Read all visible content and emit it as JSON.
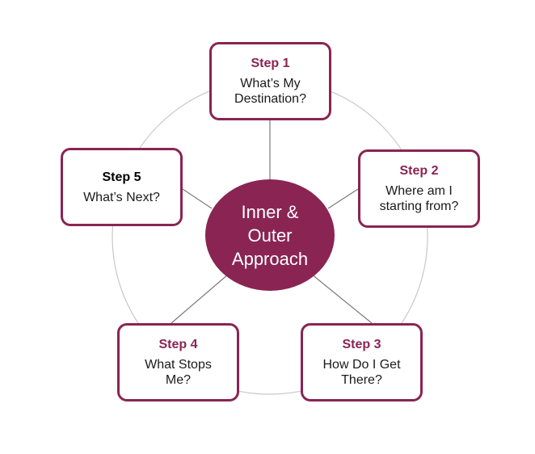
{
  "center": {
    "label": "Inner &\nOuter\nApproach"
  },
  "steps": [
    {
      "title": "Step 1",
      "description": "What’s My\nDestination?"
    },
    {
      "title": "Step 2",
      "description": "Where am I\nstarting from?"
    },
    {
      "title": "Step 3",
      "description": "How Do I Get\nThere?"
    },
    {
      "title": "Step 4",
      "description": "What Stops\nMe?"
    },
    {
      "title": "Step 5",
      "description": "What’s Next?"
    }
  ],
  "colors": {
    "accent": "#8a2453",
    "step_title_accent": "#8a2453",
    "step_title_plain": "#000000",
    "connector": "#7a7a7a",
    "ring": "#c8c8c8"
  }
}
